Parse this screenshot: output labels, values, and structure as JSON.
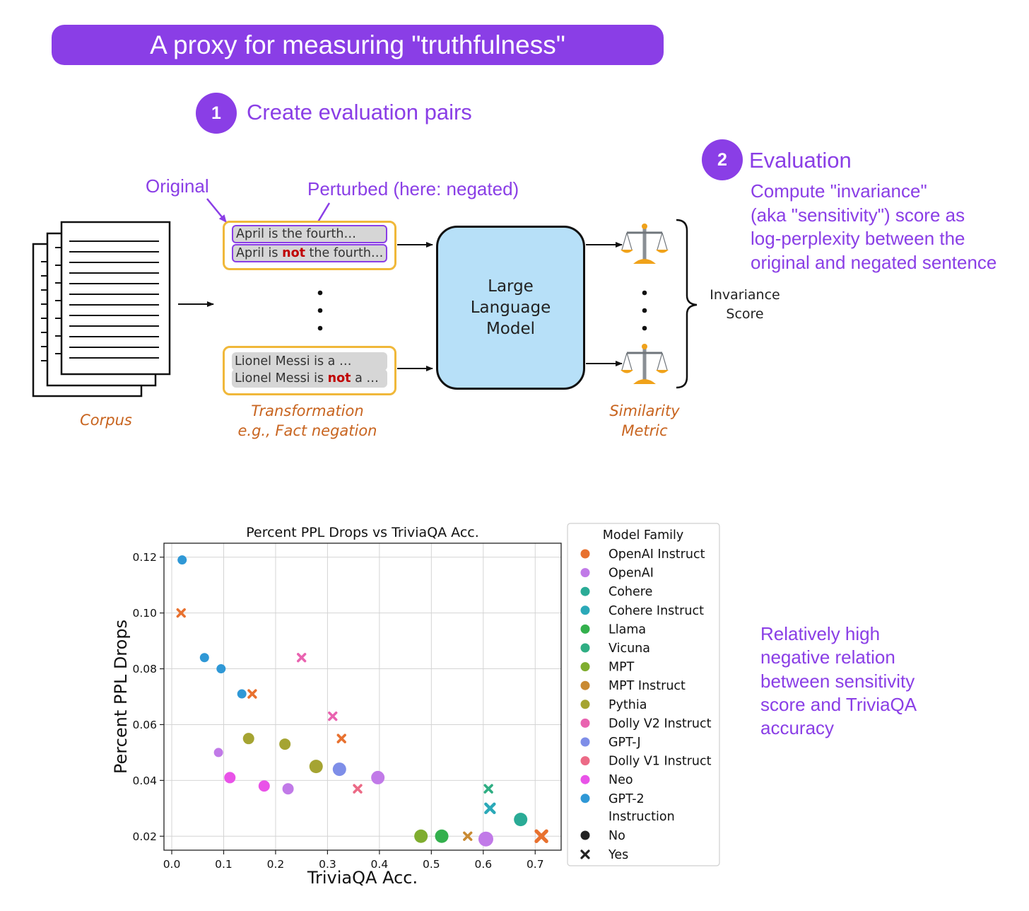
{
  "header": {
    "title": "A proxy for measuring \"truthfulness\""
  },
  "step1": {
    "number": "1",
    "title": "Create evaluation pairs"
  },
  "step2": {
    "number": "2",
    "title": "Evaluation",
    "description": [
      "Compute \"invariance\"",
      "(aka \"sensitivity\") score as",
      "log-perplexity between the",
      "original and negated sentence"
    ]
  },
  "annotations": {
    "original": "Original",
    "perturbed": "Perturbed (here: negated)"
  },
  "pairs": [
    {
      "original": "April is the fourth…",
      "negated_pre": "April is ",
      "negation": "not",
      "negated_post": " the fourth…"
    },
    {
      "original": "Lionel Messi is a …",
      "negated_pre": "Lionel Messi is ",
      "negation": "not",
      "negated_post": " a …"
    }
  ],
  "model_box": {
    "lines": [
      "Large",
      "Language",
      "Model"
    ]
  },
  "labels": {
    "corpus": "Corpus",
    "transformation": [
      "Transformation",
      "e.g., Fact negation"
    ],
    "similarity": [
      "Similarity",
      "Metric"
    ],
    "invariance": [
      "Invariance",
      "Score"
    ]
  },
  "icons": {
    "document": "document-stack-icon",
    "scale": "balance-scale-icon"
  },
  "side_note": [
    "Relatively high",
    "negative relation",
    "between sensitivity",
    "score and TriviaQA",
    "accuracy"
  ],
  "chart_data": {
    "type": "scatter",
    "title": "Percent PPL Drops vs TriviaQA Acc.",
    "xlabel": "TriviaQA Acc.",
    "ylabel": "Percent PPL Drops",
    "xlim": [
      -0.015,
      0.75
    ],
    "ylim": [
      0.015,
      0.125
    ],
    "xticks": [
      "0.0",
      "0.1",
      "0.2",
      "0.3",
      "0.4",
      "0.5",
      "0.6",
      "0.7"
    ],
    "yticks": [
      "0.02",
      "0.04",
      "0.06",
      "0.08",
      "0.10",
      "0.12"
    ],
    "grid": true,
    "legend_position": "right, outside plot",
    "legend_title": "Model Family",
    "families": [
      {
        "name": "OpenAI Instruct",
        "color": "#e8712f"
      },
      {
        "name": "OpenAI",
        "color": "#c17ae8"
      },
      {
        "name": "Cohere",
        "color": "#2aab96"
      },
      {
        "name": "Cohere Instruct",
        "color": "#2ba9b8"
      },
      {
        "name": "Llama",
        "color": "#33b04d"
      },
      {
        "name": "Vicuna",
        "color": "#2fae83"
      },
      {
        "name": "MPT",
        "color": "#7fad2f"
      },
      {
        "name": "MPT Instruct",
        "color": "#c98a32"
      },
      {
        "name": "Pythia",
        "color": "#a5a432"
      },
      {
        "name": "Dolly V2 Instruct",
        "color": "#e963b0"
      },
      {
        "name": "GPT-J",
        "color": "#7e8ee8"
      },
      {
        "name": "Dolly V1 Instruct",
        "color": "#ec6a86"
      },
      {
        "name": "Neo",
        "color": "#e953e8"
      },
      {
        "name": "GPT-2",
        "color": "#2f98d6"
      }
    ],
    "instruction_legend": {
      "title": "Instruction",
      "no": "No",
      "yes": "Yes"
    },
    "points": [
      {
        "family": "GPT-2",
        "x": 0.02,
        "y": 0.119,
        "marker": "circle",
        "size": "small"
      },
      {
        "family": "OpenAI Instruct",
        "x": 0.018,
        "y": 0.1,
        "marker": "x",
        "size": "small"
      },
      {
        "family": "GPT-2",
        "x": 0.063,
        "y": 0.084,
        "marker": "circle",
        "size": "small"
      },
      {
        "family": "GPT-2",
        "x": 0.095,
        "y": 0.08,
        "marker": "circle",
        "size": "small"
      },
      {
        "family": "GPT-2",
        "x": 0.135,
        "y": 0.071,
        "marker": "circle",
        "size": "small"
      },
      {
        "family": "OpenAI Instruct",
        "x": 0.155,
        "y": 0.071,
        "marker": "x",
        "size": "small"
      },
      {
        "family": "Dolly V2 Instruct",
        "x": 0.25,
        "y": 0.084,
        "marker": "x",
        "size": "small"
      },
      {
        "family": "Dolly V2 Instruct",
        "x": 0.31,
        "y": 0.063,
        "marker": "x",
        "size": "small"
      },
      {
        "family": "OpenAI Instruct",
        "x": 0.327,
        "y": 0.055,
        "marker": "x",
        "size": "small"
      },
      {
        "family": "Pythia",
        "x": 0.148,
        "y": 0.055,
        "marker": "circle",
        "size": "medium"
      },
      {
        "family": "OpenAI",
        "x": 0.09,
        "y": 0.05,
        "marker": "circle",
        "size": "small"
      },
      {
        "family": "Pythia",
        "x": 0.218,
        "y": 0.053,
        "marker": "circle",
        "size": "medium"
      },
      {
        "family": "Pythia",
        "x": 0.278,
        "y": 0.045,
        "marker": "circle",
        "size": "large"
      },
      {
        "family": "GPT-J",
        "x": 0.323,
        "y": 0.044,
        "marker": "circle",
        "size": "large"
      },
      {
        "family": "OpenAI",
        "x": 0.397,
        "y": 0.041,
        "marker": "circle",
        "size": "large"
      },
      {
        "family": "Neo",
        "x": 0.112,
        "y": 0.041,
        "marker": "circle",
        "size": "medium"
      },
      {
        "family": "Neo",
        "x": 0.178,
        "y": 0.038,
        "marker": "circle",
        "size": "medium"
      },
      {
        "family": "OpenAI",
        "x": 0.224,
        "y": 0.037,
        "marker": "circle",
        "size": "medium"
      },
      {
        "family": "Dolly V1 Instruct",
        "x": 0.358,
        "y": 0.037,
        "marker": "x",
        "size": "small"
      },
      {
        "family": "Vicuna",
        "x": 0.61,
        "y": 0.037,
        "marker": "x",
        "size": "small"
      },
      {
        "family": "Cohere Instruct",
        "x": 0.613,
        "y": 0.03,
        "marker": "x",
        "size": "medium"
      },
      {
        "family": "Cohere",
        "x": 0.672,
        "y": 0.026,
        "marker": "circle",
        "size": "large"
      },
      {
        "family": "MPT",
        "x": 0.48,
        "y": 0.02,
        "marker": "circle",
        "size": "large"
      },
      {
        "family": "Llama",
        "x": 0.52,
        "y": 0.02,
        "marker": "circle",
        "size": "large"
      },
      {
        "family": "MPT Instruct",
        "x": 0.57,
        "y": 0.02,
        "marker": "x",
        "size": "small"
      },
      {
        "family": "OpenAI",
        "x": 0.605,
        "y": 0.019,
        "marker": "circle",
        "size": "xlarge"
      },
      {
        "family": "OpenAI Instruct",
        "x": 0.712,
        "y": 0.02,
        "marker": "x",
        "size": "large"
      }
    ]
  }
}
